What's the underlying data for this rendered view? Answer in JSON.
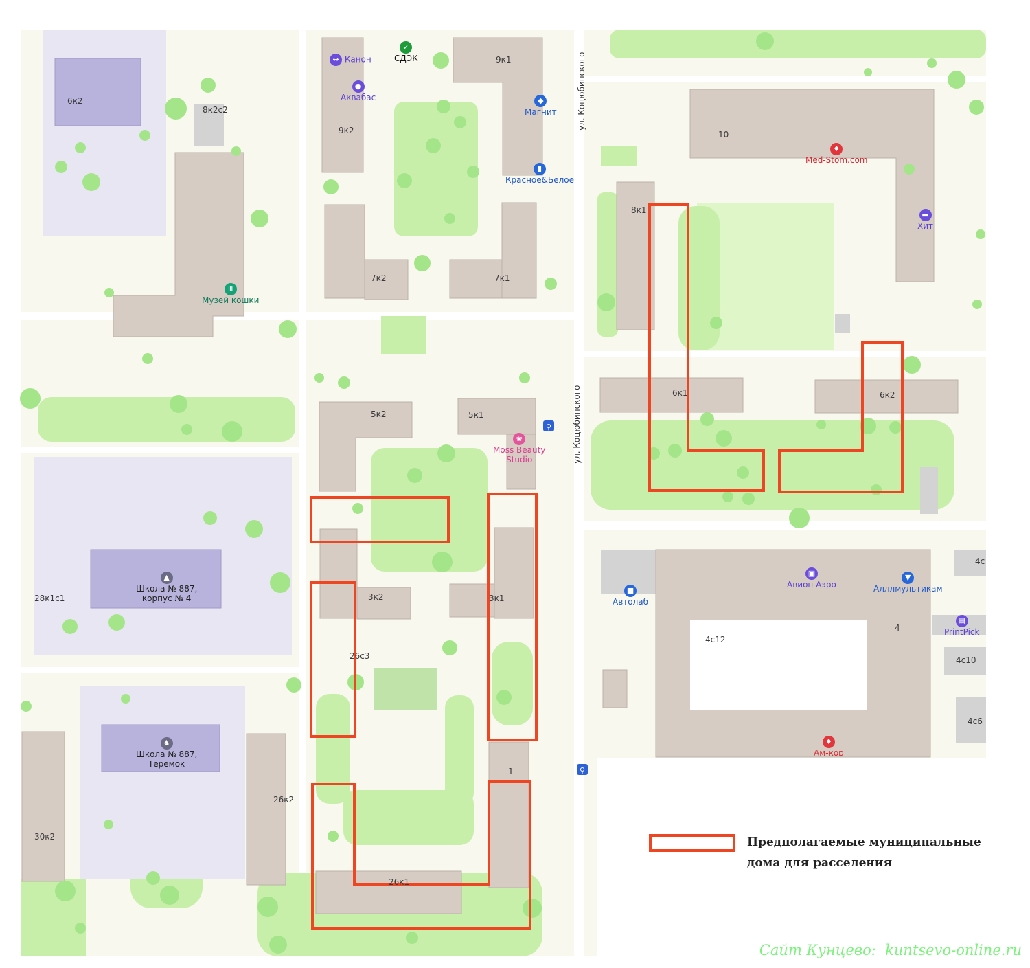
{
  "legend": {
    "line1": "Предполагаемые муниципальные",
    "line2": "дома для расселения"
  },
  "credit": "Сайт Кунцево:  kuntsevo-online.ru",
  "streets": {
    "kotsyubinskogo_top": "ул. Коцюбинского",
    "kotsyubinskogo_mid": "ул. Коцюбинского"
  },
  "buildings": {
    "b6k2_w": "6к2",
    "b8k2c2": "8к2с2",
    "b9k1": "9к1",
    "b9k2": "9к2",
    "b7k2": "7к2",
    "b7k1": "7к1",
    "b10": "10",
    "b8k1": "8к1",
    "b6k1": "6к1",
    "b6k2_e": "6к2",
    "b5k2": "5к2",
    "b5k1": "5к1",
    "b3k2": "3к2",
    "b3k1": "3к1",
    "b26s3": "26с3",
    "b1": "1",
    "b26k2": "26к2",
    "b26k1": "26к1",
    "b30k2": "30к2",
    "b28k1c1": "28к1с1",
    "b4c12": "4с12",
    "b4": "4",
    "b4c10": "4с10",
    "b4c6": "4с6",
    "b4c": "4с"
  },
  "pois": {
    "kanon": "Канон",
    "sdek": "СДЭК",
    "akvabas": "Аквабас",
    "magnit": "Магнит",
    "krasnoe": "Красное&Белое",
    "muzey": "Музей кошки",
    "medstom": "Med-Stom.com",
    "hit": "Хит",
    "moss1": "Moss Beauty",
    "moss2": "Studio",
    "school1a": "Школа № 887,",
    "school1b": "корпус № 4",
    "school2a": "Школа № 887,",
    "school2b": "Теремок",
    "avtolab": "Автолаб",
    "avion": "Авион Аэро",
    "allmult": "Алллмультикам",
    "printpick": "PrintPick",
    "amkor": "Ам-кор"
  },
  "colors": {
    "highlight": "#ee4522",
    "park": "#c8efaa",
    "tree": "#a4e58a",
    "building": "#d6ccc4",
    "school": "#b8b3dc",
    "ground": "#f8f8ee",
    "credit": "#7ef27e"
  }
}
